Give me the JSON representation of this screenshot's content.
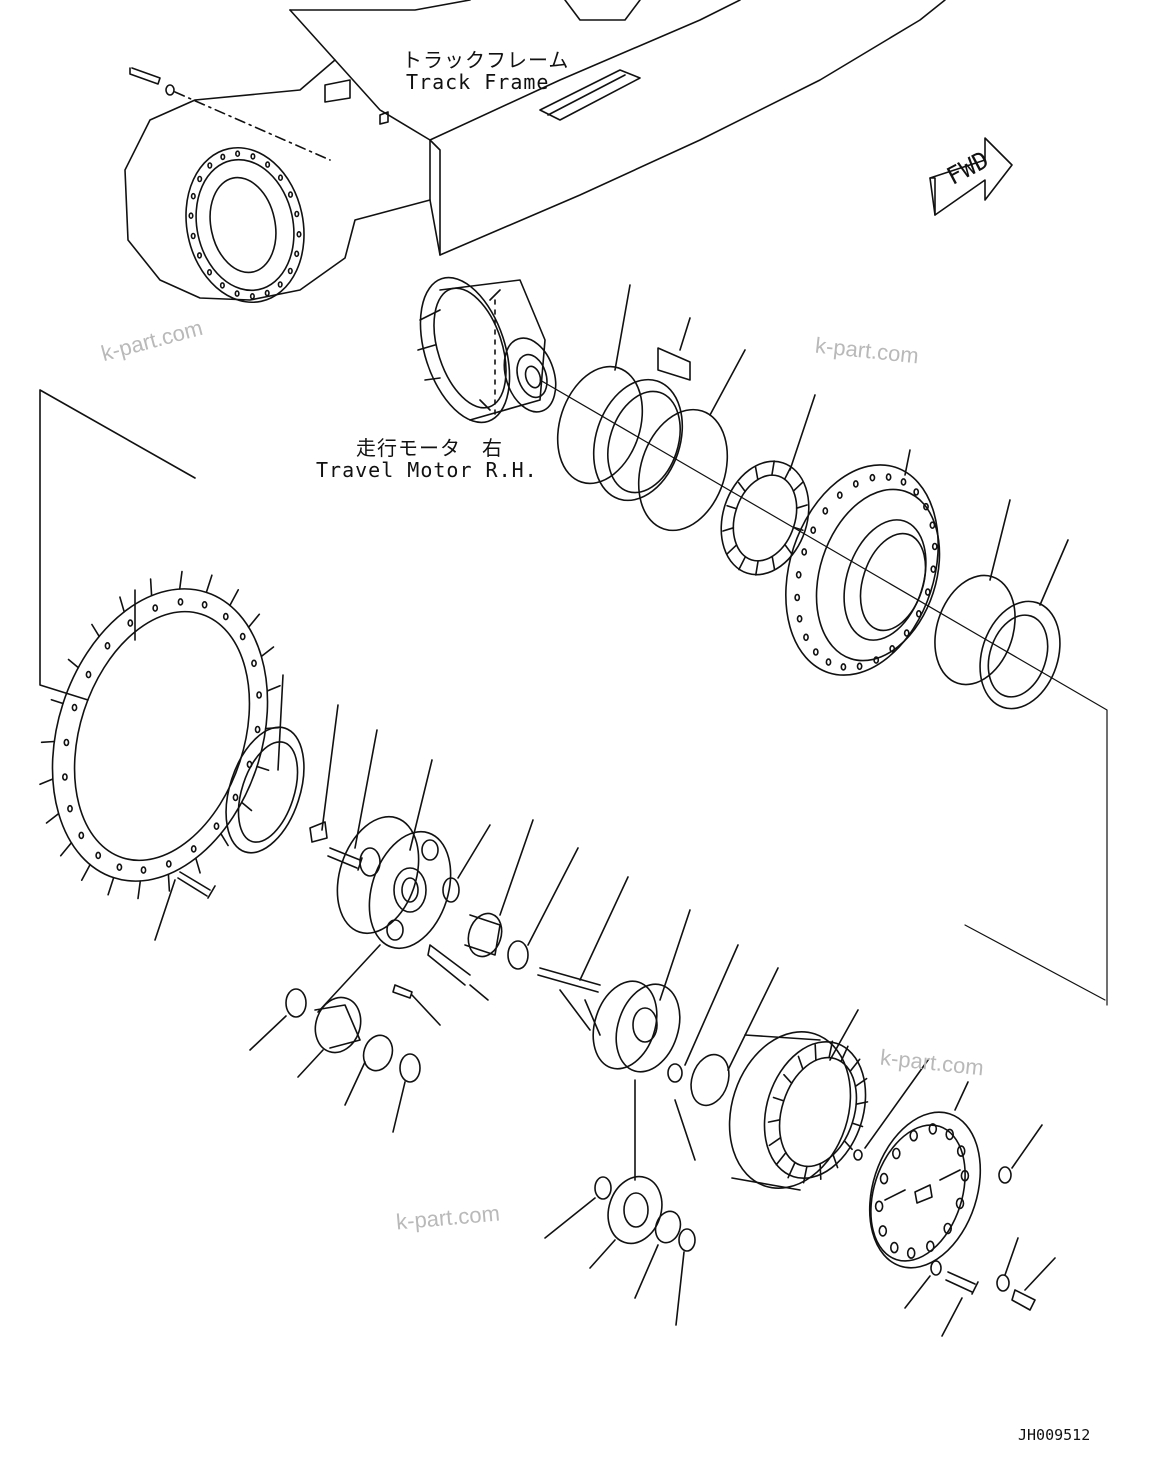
{
  "labels": {
    "track_frame_jp": "トラックフレーム",
    "track_frame_en": "Track Frame",
    "travel_motor_jp": "走行モータ　右",
    "travel_motor_en": "Travel Motor R.H.",
    "fwd": "FWD",
    "drawing_code": "JH009512"
  },
  "watermarks": [
    "k-part.com",
    "k-part.com",
    "k-part.com",
    "k-part.com"
  ],
  "colors": {
    "line": "#111111",
    "watermark": "#b9b9b9"
  }
}
